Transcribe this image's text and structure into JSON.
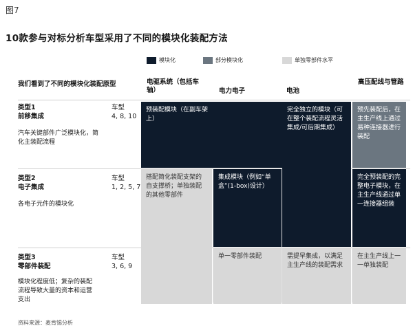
{
  "figure_label": "图7",
  "title": "10款参与对标分析车型采用了不同的模块化装配方法",
  "colors": {
    "modular": "#0e1b2c",
    "partially_modular": "#6b7680",
    "single_part": "#d8d8d8"
  },
  "legend": [
    {
      "label": "模块化",
      "color_key": "modular"
    },
    {
      "label": "部分模块化",
      "color_key": "partially_modular"
    },
    {
      "label": "单独零部件水平",
      "color_key": "single_part"
    }
  ],
  "columns": [
    {
      "label": "电驱系统（包括车轴）"
    },
    {
      "label": "电力电子"
    },
    {
      "label": "电池"
    },
    {
      "label": "高压配线与管路"
    }
  ],
  "row_header": "我们看到了不同的模块化装配原型",
  "rows": [
    {
      "type": "类型1",
      "name": "前移集成",
      "models_label": "车型",
      "models": "4, 8, 10",
      "description": "汽车关键部件广泛模块化，简化主装配流程"
    },
    {
      "type": "类型2",
      "name": "电子集成",
      "models_label": "车型",
      "models": "1, 2, 5, 7",
      "description": "各电子元件的模块化"
    },
    {
      "type": "类型3",
      "name": "零部件装配",
      "models_label": "车型",
      "models": "3, 6, 9",
      "description": "模块化程度低；复杂的装配流程导致大量的资本和运营支出"
    }
  ],
  "cells": {
    "drive_premodule": "预装配模块（在副车架上）",
    "drive_simplified": "搭配简化装配支架的自支撑桥；单独装配的其他零部件",
    "power_integrated": "集成模块（例如“单盒”(1-box)设计）",
    "power_single": "单一零部件装配",
    "battery_independent": "完全独立的模块（可在整个装配流程灵活集成/可后期集成）",
    "battery_semi": "需提早集成，以满足主生产线的装配需求",
    "hv_preassembled": "预先装配后，在主生产线上通过易种连接器进行装配",
    "hv_electronics": "完全预装配的完整电子模块，在主生产线通过单一连接器组装",
    "hv_single": "在主生产线上一一单独装配"
  },
  "chart_data": {
    "type": "table",
    "title": "10款参与对标分析车型采用了不同的模块化装配方法",
    "columns": [
      "电驱系统（包括车轴）",
      "电力电子",
      "电池",
      "高压配线与管路"
    ],
    "legend": [
      "模块化",
      "部分模块化",
      "单独零部件水平"
    ],
    "rows": [
      {
        "archetype": "类型1 前移集成",
        "models": [
          4,
          8,
          10
        ],
        "levels": [
          "模块化",
          "模块化",
          "模块化",
          "部分模块化"
        ]
      },
      {
        "archetype": "类型2 电子集成",
        "models": [
          1,
          2,
          5,
          7
        ],
        "levels": [
          "单独零部件水平",
          "模块化",
          "模块化",
          "模块化"
        ]
      },
      {
        "archetype": "类型3 零部件装配",
        "models": [
          3,
          6,
          9
        ],
        "levels": [
          "单独零部件水平",
          "单独零部件水平",
          "单独零部件水平",
          "单独零部件水平"
        ]
      }
    ]
  },
  "source": "资料来源：麦肯锡分析"
}
